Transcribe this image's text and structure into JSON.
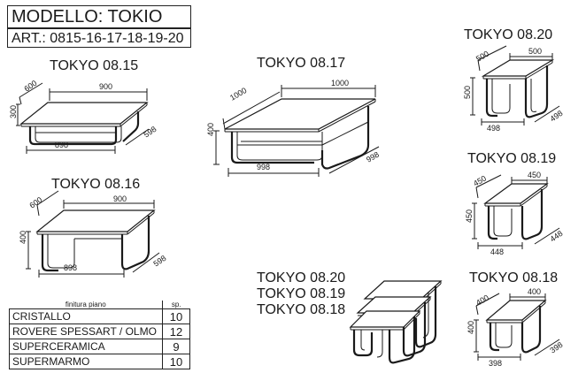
{
  "header": {
    "model": "MODELLO: TOKIO",
    "article": "ART.: 0815-16-17-18-19-20"
  },
  "products": {
    "t15": {
      "name": "TOKYO 08.15",
      "w": "900",
      "d": "600",
      "h": "300",
      "bw": "898",
      "bd": "598"
    },
    "t17": {
      "name": "TOKYO 08.17",
      "w": "1000",
      "d": "1000",
      "h": "400",
      "bw": "998",
      "bd": "998"
    },
    "t20": {
      "name": "TOKYO 08.20",
      "w": "500",
      "d": "500",
      "h": "500",
      "bw": "498",
      "bd": "498"
    },
    "t16": {
      "name": "TOKYO 08.16",
      "w": "900",
      "d": "600",
      "h": "400",
      "bw": "898",
      "bd": "598"
    },
    "t19": {
      "name": "TOKYO 08.19",
      "w": "450",
      "d": "450",
      "h": "450",
      "bw": "448",
      "bd": "448"
    },
    "t18": {
      "name": "TOKYO 08.18",
      "w": "400",
      "d": "400",
      "h": "400",
      "bw": "398",
      "bd": "398"
    }
  },
  "nest": {
    "line1": "TOKYO 08.20",
    "line2": "TOKYO 08.19",
    "line3": "TOKYO 08.18"
  },
  "finishes": {
    "col1": "finitura piano",
    "col2": "sp.",
    "rows": [
      {
        "name": "CRISTALLO",
        "sp": "10"
      },
      {
        "name": "ROVERE SPESSART / OLMO",
        "sp": "12"
      },
      {
        "name": "SUPERCERAMICA",
        "sp": "9"
      },
      {
        "name": "SUPERMARMO",
        "sp": "10"
      }
    ]
  }
}
